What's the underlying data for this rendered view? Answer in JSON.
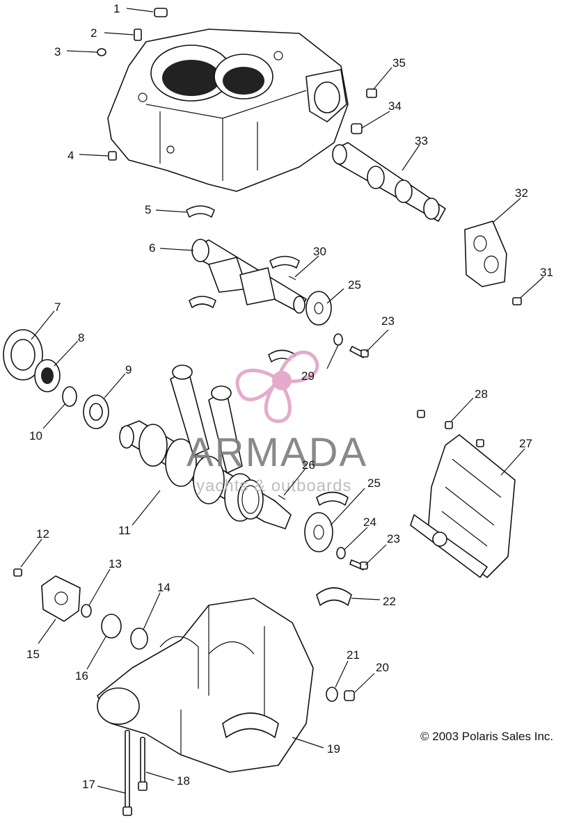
{
  "diagram": {
    "callouts": [
      "1",
      "2",
      "3",
      "4",
      "5",
      "6",
      "7",
      "8",
      "9",
      "10",
      "11",
      "12",
      "13",
      "14",
      "15",
      "16",
      "17",
      "18",
      "19",
      "20",
      "21",
      "22",
      "23",
      "23",
      "24",
      "25",
      "25",
      "26",
      "27",
      "28",
      "29",
      "30",
      "31",
      "32",
      "33",
      "34",
      "35"
    ],
    "copyright": "© 2003 Polaris Sales Inc.",
    "watermark": {
      "brand": "ARMADA",
      "tagline": "yachts & outboards",
      "accent": "#e2a3c7"
    }
  }
}
